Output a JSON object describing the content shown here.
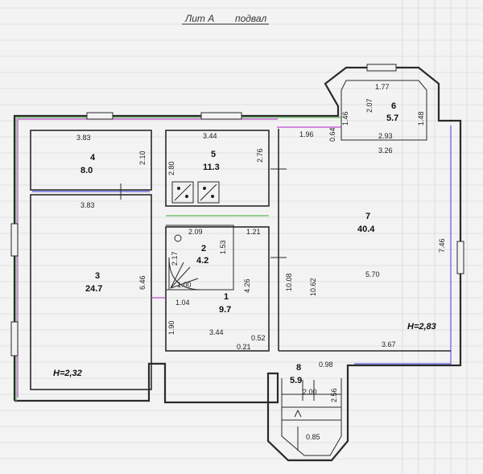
{
  "header": {
    "lit": "Лит А",
    "floor": "подвал"
  },
  "rooms": [
    {
      "num": "1",
      "area": "9.7"
    },
    {
      "num": "2",
      "area": "4.2"
    },
    {
      "num": "3",
      "area": "24.7"
    },
    {
      "num": "4",
      "area": "8.0"
    },
    {
      "num": "5",
      "area": "11.3"
    },
    {
      "num": "6",
      "area": "5.7"
    },
    {
      "num": "7",
      "area": "40.4"
    },
    {
      "num": "8",
      "area": "5.9"
    }
  ],
  "heights": {
    "left": "H=2,32",
    "right": "H=2,83"
  },
  "dims": {
    "r4_top": "3.83",
    "r4_side": "2.10",
    "r4_bottom": "3.83",
    "r5_top": "3.44",
    "r5_left": "2.80",
    "r5_right": "2.76",
    "r6_top": "1.77",
    "r6_inner": "2.07",
    "r6_left": "1.46",
    "r6_right": "1.48",
    "r6_bottom": "2.93",
    "r6_outer": "3.26",
    "r7_a": "1.96",
    "r7_b": "0.64",
    "r7_right": "7.46",
    "r7_c": "10.08",
    "r7_d": "10.62",
    "r7_e": "5.70",
    "r7_bottom": "3.67",
    "r2_top": "2.09",
    "r2_left": "2.17",
    "r2_right": "1.53",
    "r2_diag": "1.00",
    "r1_top": "1.21",
    "r1_left": "1.04",
    "r1_right": "4.26",
    "r1_bottom": "3.44",
    "r1_side": "1.90",
    "r1_a": "0.52",
    "r1_b": "0.21",
    "r3_side": "6.46",
    "r8_a": "0.98",
    "r8_b": "2.00",
    "r8_c": "2.56",
    "r8_d": "0.85"
  }
}
